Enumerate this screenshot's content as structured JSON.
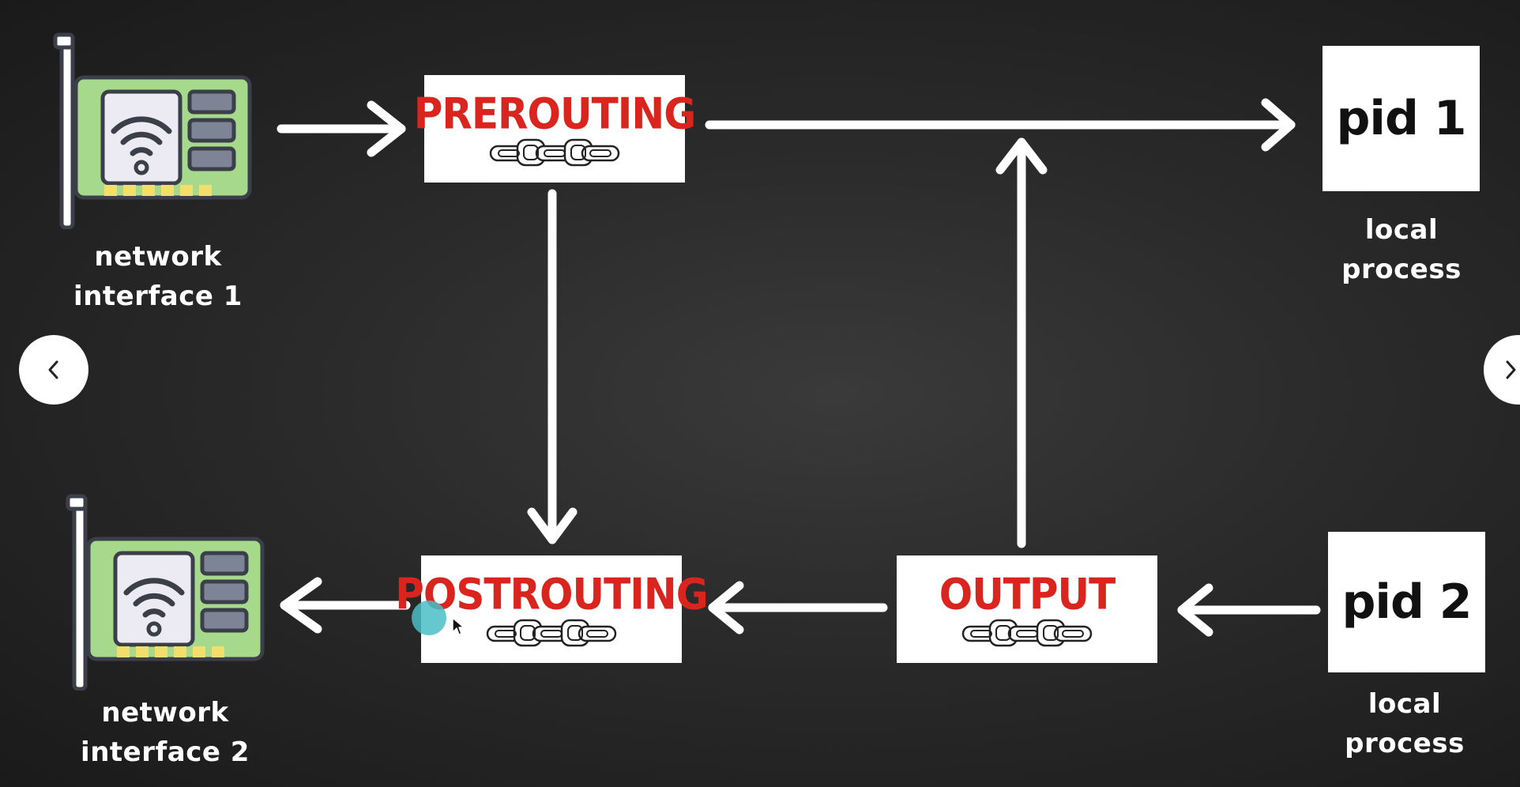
{
  "chains": {
    "prerouting": "PREROUTING",
    "postrouting": "POSTROUTING",
    "output": "OUTPUT"
  },
  "processes": {
    "pid1": "pid 1",
    "pid2": "pid 2",
    "caption_line1": "local",
    "caption_line2": "process"
  },
  "interfaces": {
    "nic1_line1": "network",
    "nic1_line2": "interface 1",
    "nic2_line1": "network",
    "nic2_line2": "interface 2"
  },
  "icons": {
    "nic": "network-card-wifi-icon",
    "chain": "chain-link-icon",
    "prev": "chevron-left-icon",
    "next": "chevron-right-icon"
  },
  "colors": {
    "chain_text": "#d9251d",
    "nic_board": "#a6d98c",
    "nic_outline": "#3b3f4a",
    "nic_contacts": "#f2df6b",
    "cursor_highlight": "#4abec7"
  }
}
